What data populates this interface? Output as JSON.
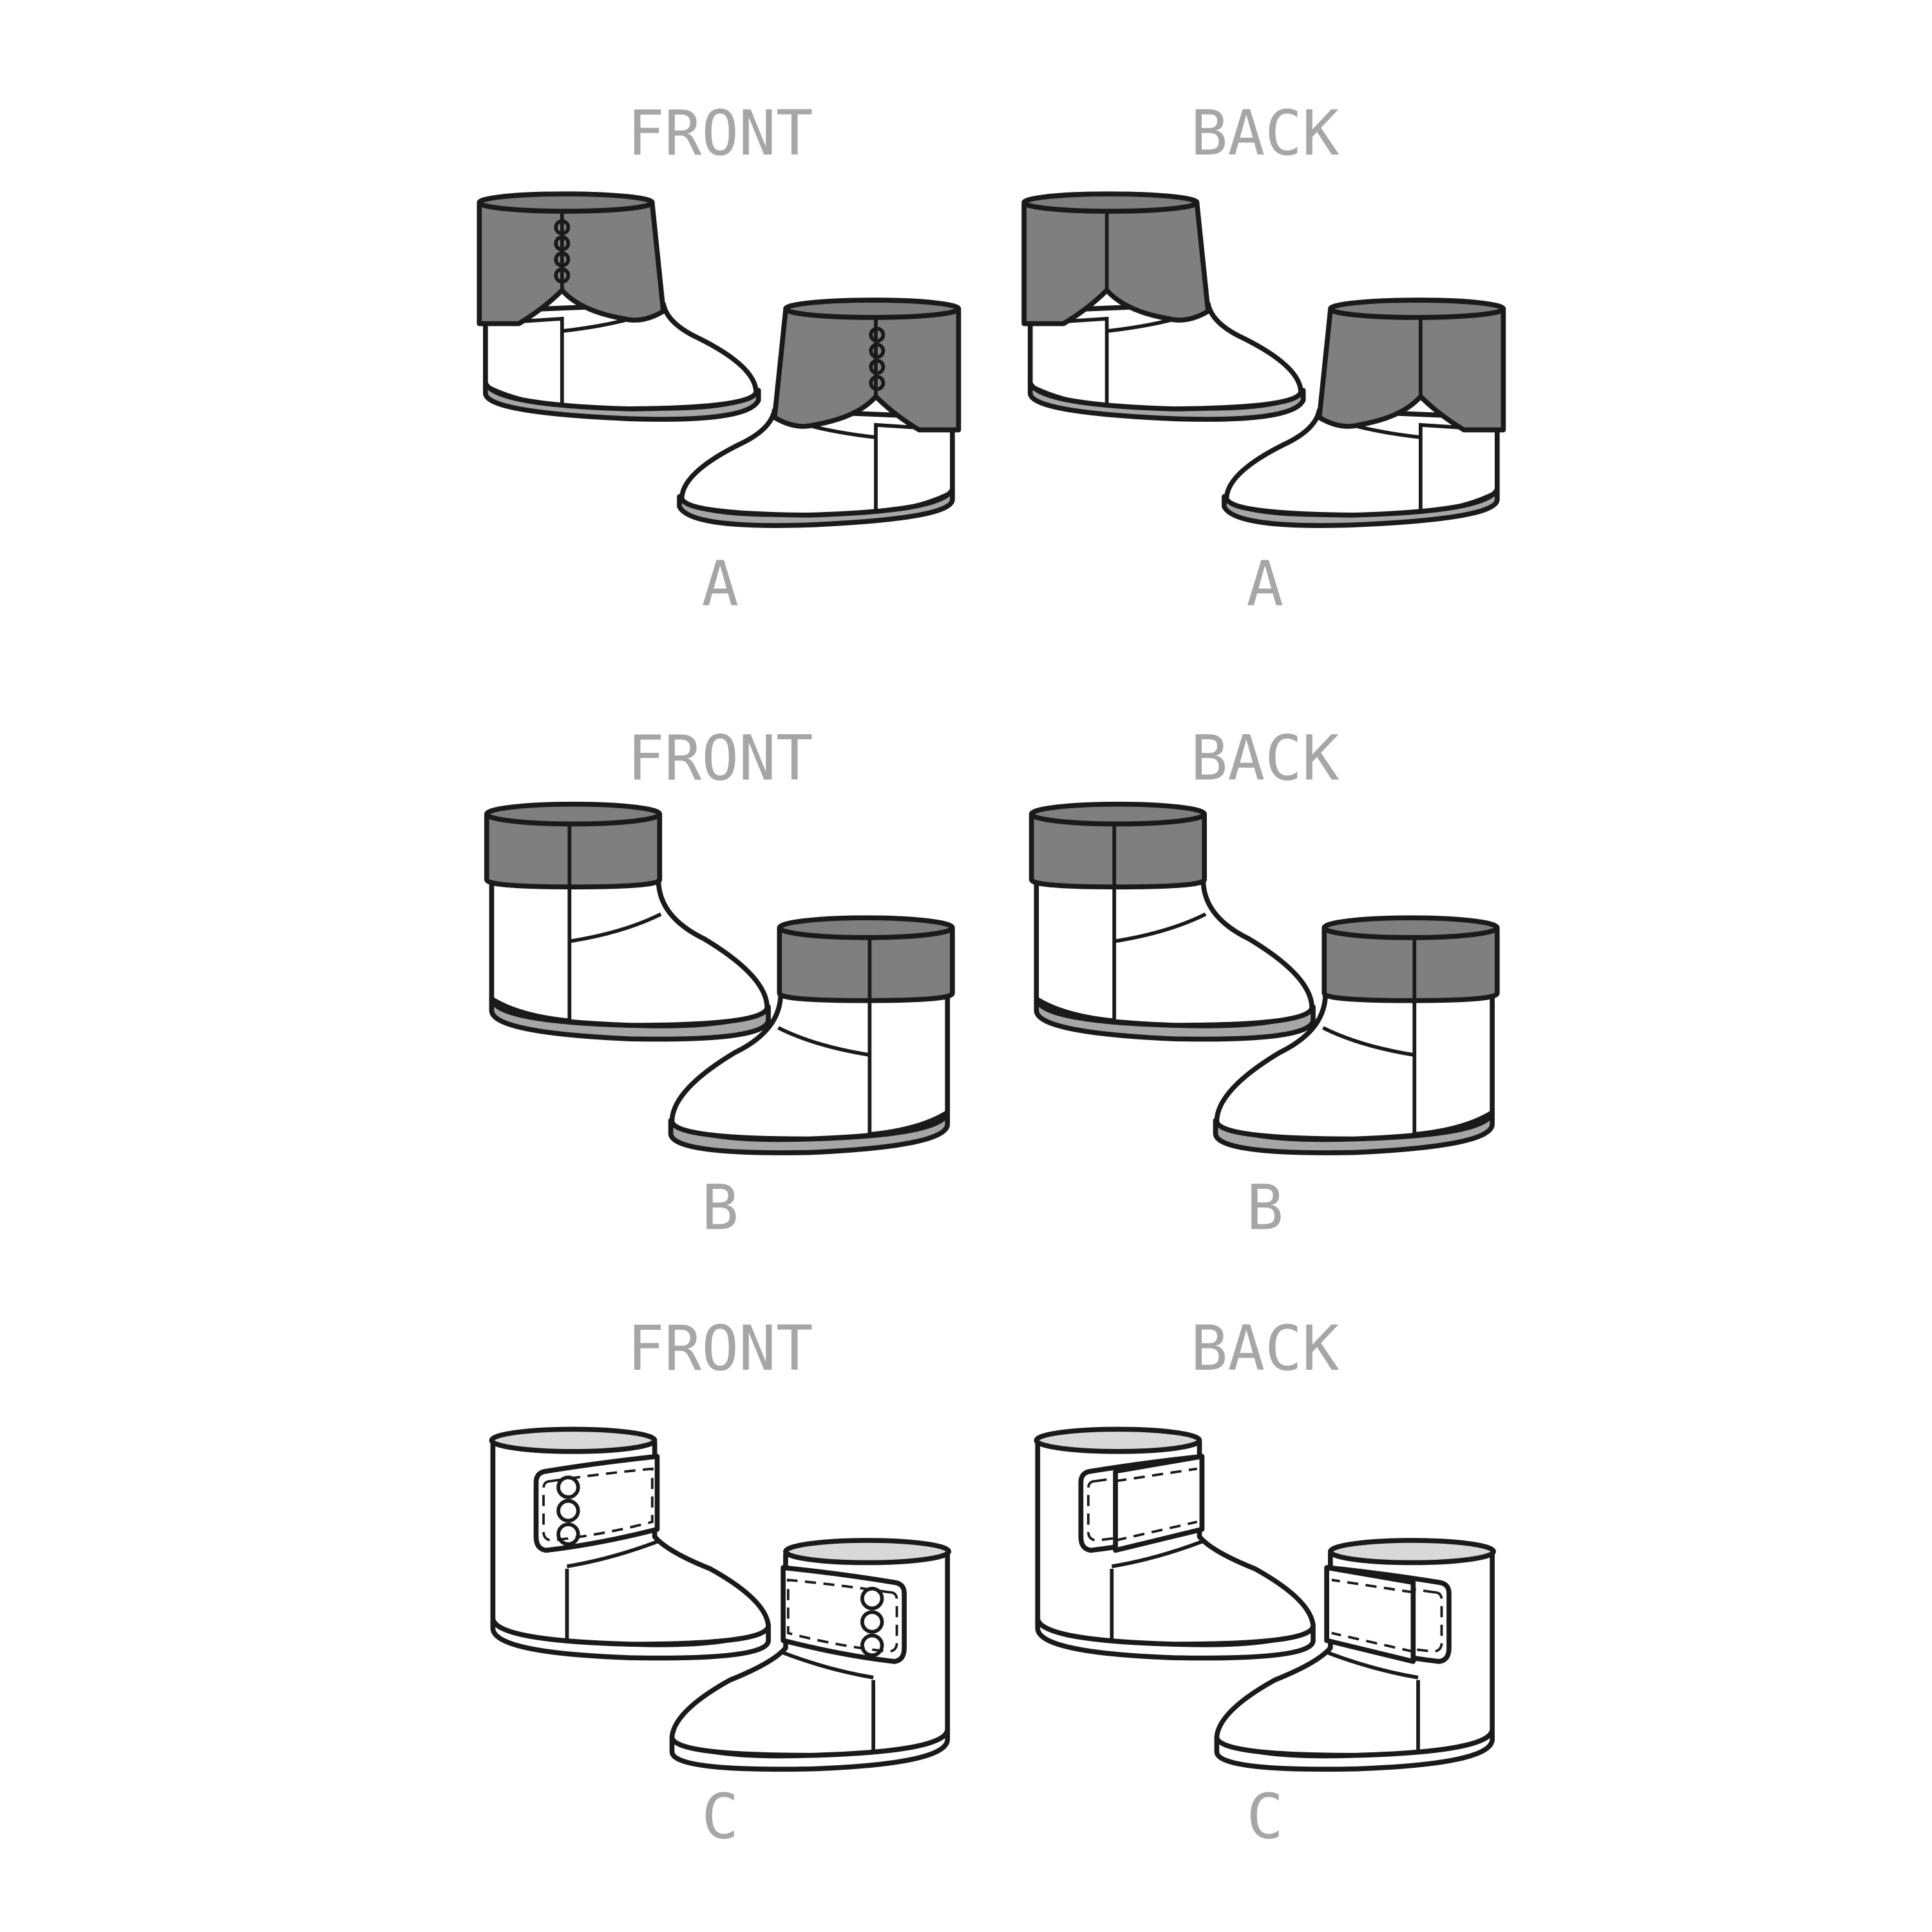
{
  "colors": {
    "cuff": "#7f7f7f",
    "panel": "#d9d9d9",
    "sole": "#a6a6a6",
    "body": "#ffffff",
    "outline": "#1a1a1a",
    "label": "#a6a6a6"
  },
  "views": {
    "a_front": {
      "heading": "FRONT",
      "view": "A"
    },
    "a_back": {
      "heading": "BACK",
      "view": "A"
    },
    "b_front": {
      "heading": "FRONT",
      "view": "B"
    },
    "b_back": {
      "heading": "BACK",
      "view": "B"
    },
    "c_front": {
      "heading": "FRONT",
      "view": "C"
    },
    "c_back": {
      "heading": "BACK",
      "view": "C"
    }
  }
}
